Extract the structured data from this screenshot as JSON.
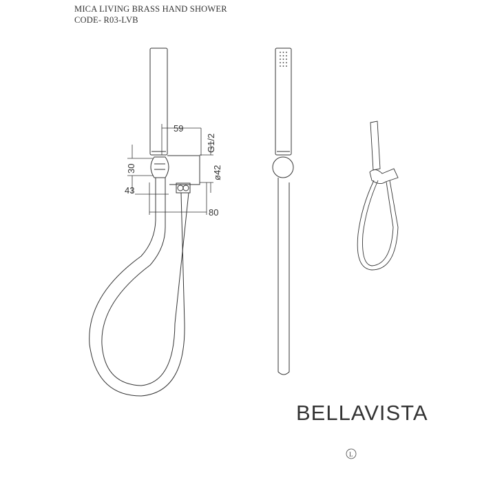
{
  "header": {
    "title": "MICA LIVING BRASS HAND SHOWER",
    "code": "CODE- R03-LVB"
  },
  "dimensions": {
    "d59": "59",
    "g12": "G1/2",
    "d30": "30",
    "d42": "ø42",
    "d43": "43",
    "d80": "80"
  },
  "brand": {
    "logo": "BELLAVISTA",
    "mark": "L"
  },
  "colors": {
    "line": "#333333"
  }
}
